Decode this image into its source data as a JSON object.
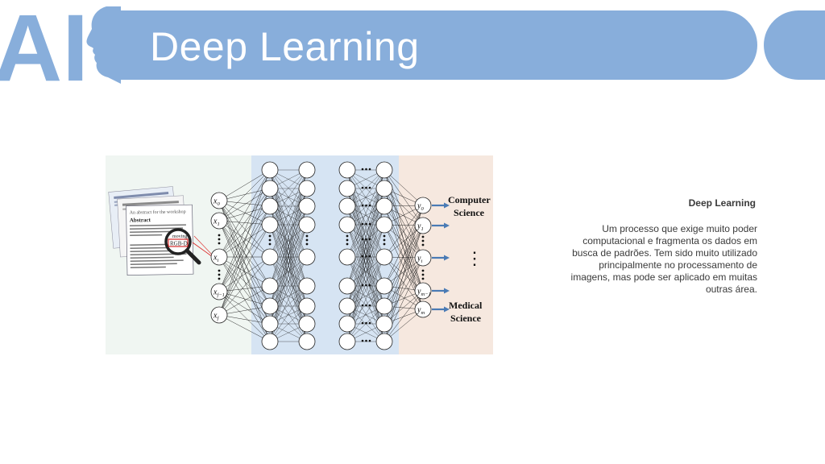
{
  "header": {
    "logo_text": "AI",
    "title": "Deep Learning",
    "colors": {
      "banner": "#88aedb",
      "logo": "#88aedb"
    }
  },
  "figure": {
    "panel_colors": {
      "left": "#f0f6f2",
      "middle": "#d6e4f3",
      "right": "#f6e8df"
    },
    "abstract_heading": "Abstract",
    "abstract_sub": "An abstract for the workshop",
    "document_snippet": "moving",
    "magnifier_label": "RGB-D",
    "inputs": [
      "x0",
      "x1",
      "xi",
      "xf−1",
      "xf"
    ],
    "outputs": [
      "y0",
      "y1",
      "yi",
      "ym−1",
      "ym"
    ],
    "label_top": [
      "Computer",
      "Science"
    ],
    "label_bottom": [
      "Medical",
      "Science"
    ],
    "ellipsis": "⋯",
    "vdots": "⋮"
  },
  "sidebar": {
    "title": "Deep Learning",
    "text": "Um processo que exige muito poder computacional e fragmenta os dados em busca de padrões. Tem sido muito utilizado principalmente no processamento de imagens, mas pode ser aplicado em muitas outras área."
  }
}
